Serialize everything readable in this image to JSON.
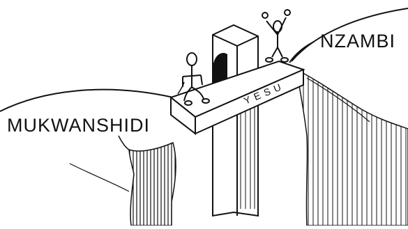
{
  "labels": {
    "left_side": "MUKWANSHIDI",
    "right_side": "NZAMBI",
    "cross": "YESU"
  },
  "colors": {
    "ink": "#111111",
    "background": "#ffffff"
  }
}
